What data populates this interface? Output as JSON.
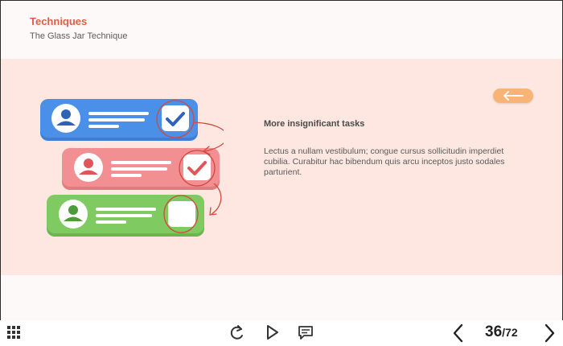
{
  "header": {
    "section_title": "Techniques",
    "slide_subtitle": "The Glass Jar Technique"
  },
  "content": {
    "heading": "More insignificant tasks",
    "body": "Lectus a nullam vestibulum; congue cursus sollicitudin imperdiet cubilia. Curabitur hac bibendum quis arcu inceptos justo sodales parturient."
  },
  "illustration": {
    "cards": [
      {
        "color": "#4a8fe8",
        "avatar_color": "#2f63b8",
        "checked": true,
        "check_color": "#2f63b8"
      },
      {
        "color": "#f28f92",
        "avatar_color": "#e0555a",
        "checked": true,
        "check_color": "#e0555a"
      },
      {
        "color": "#7fcb62",
        "avatar_color": "#4e9b3c",
        "checked": false
      }
    ],
    "annotation_color": "#d2493f"
  },
  "navigation": {
    "current_page": "36",
    "total_pages": "/72"
  },
  "toolbar": {
    "icons": [
      "grid-menu-icon",
      "replay-icon",
      "play-icon",
      "captions-icon",
      "prev-arrow-icon",
      "next-arrow-icon"
    ]
  },
  "colors": {
    "accent": "#e35c47",
    "band": "#fde7e0",
    "back_button": "#f8b477"
  }
}
